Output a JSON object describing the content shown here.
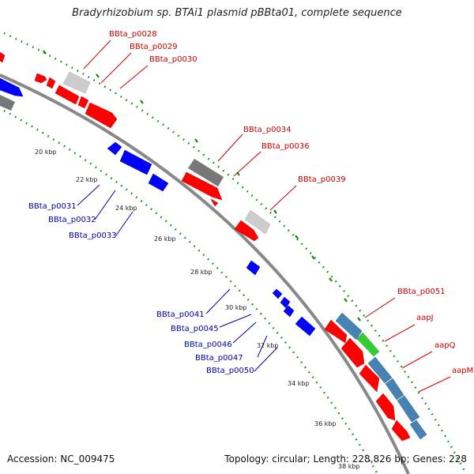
{
  "title": "Bradyrhizobium sp. BTAi1 plasmid pBBta01, complete sequence",
  "footer": {
    "accession": "Accession: NC_009475",
    "summary": "Topology: circular; Length: 228,826 bp; Genes: 228"
  },
  "colors": {
    "forward": "#ff0000",
    "reverse": "#0000ff",
    "pseudo_light": "#cccccc",
    "pseudo_dark": "#777777",
    "operon": "#4682b4",
    "green": "#33cc33",
    "backbone": "#888888",
    "ticks": "#008800"
  },
  "scale_labels": [
    "20 kbp",
    "22 kbp",
    "24 kbp",
    "26 kbp",
    "28 kbp",
    "30 kbp",
    "32 kbp",
    "34 kbp",
    "36 kbp",
    "38 kbp"
  ],
  "forward_labels": [
    "BBta_p0028",
    "BBta_p0029",
    "BBta_p0030",
    "BBta_p0034",
    "BBta_p0036",
    "BBta_p0039",
    "BBta_p0051",
    "aapJ",
    "aapQ",
    "aapM"
  ],
  "reverse_labels": [
    "BBta_p0031",
    "BBta_p0032",
    "BBta_p0033",
    "BBta_p0041",
    "BBta_p0045",
    "BBta_p0046",
    "BBta_p0047",
    "BBta_p0050"
  ]
}
